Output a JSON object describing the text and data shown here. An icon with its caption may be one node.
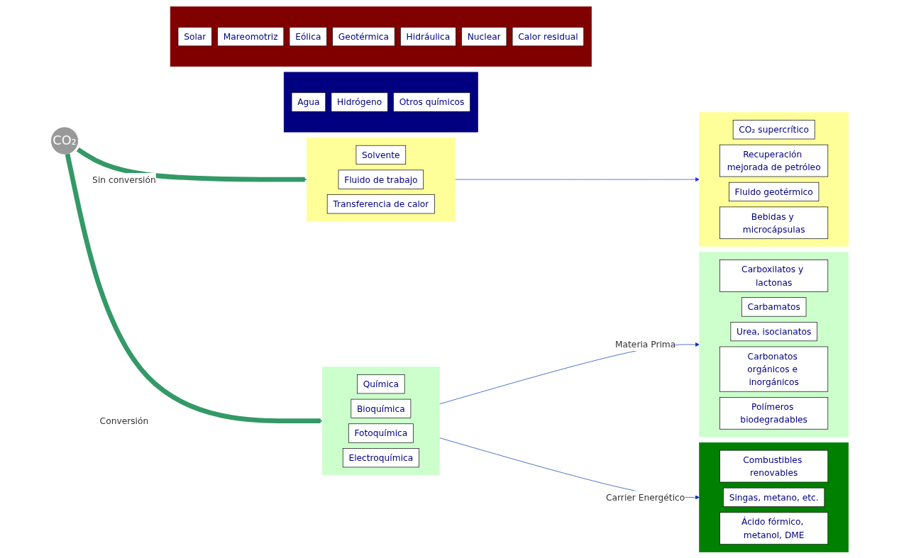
{
  "diagram": {
    "nodes": [
      {
        "text": [
          "CO₂"
        ]
      },
      {
        "text": [],
        "shape": "box"
      },
      {
        "text": [
          "Solvente"
        ],
        "in": 1
      },
      {
        "text": [
          "Fluido de trabajo"
        ],
        "in": 1
      },
      {
        "text": [
          "Transferencia de calor"
        ],
        "in": 1
      },
      {
        "text": [],
        "shape": "box"
      },
      {
        "text": [
          "CO₂ supercrítico"
        ],
        "in": 5
      },
      {
        "text": [
          "Recuperación mejorada de petróleo"
        ],
        "in": 5
      },
      {
        "text": [
          "Fluido geotérmico"
        ],
        "in": 5
      },
      {
        "text": [
          "Bebidas y microcápsulas"
        ],
        "in": 5
      },
      {
        "text": [],
        "shape": "box"
      },
      {
        "text": [
          "Química"
        ],
        "in": 10
      },
      {
        "text": [
          "Bioquímica"
        ],
        "in": 10
      },
      {
        "text": [
          "Fotoquímica"
        ],
        "in": 10
      },
      {
        "text": [
          "Electroquímica"
        ],
        "in": 10
      },
      {
        "text": [],
        "shape": "box"
      },
      {
        "text": [
          "Agua"
        ],
        "in": 15
      },
      {
        "text": [
          "Hidrógeno"
        ],
        "in": 15
      },
      {
        "text": [
          "Otros químicos"
        ],
        "in": 15
      },
      {
        "text": [],
        "shape": "box"
      },
      {
        "text": [
          "Solar"
        ],
        "in": 19
      },
      {
        "text": [
          "Mareomotriz"
        ],
        "in": 19
      },
      {
        "text": [
          "Eólica"
        ],
        "in": 19
      },
      {
        "text": [
          "Geotérmica"
        ],
        "in": 19
      },
      {
        "text": [
          "Hidráulica"
        ],
        "in": 19
      },
      {
        "text": [
          "Nuclear"
        ],
        "in": 19
      },
      {
        "text": [
          "Calor residual"
        ],
        "in": 19
      },
      {
        "text": [],
        "shape": "box"
      },
      {
        "text": [
          "Carboxilatos y lactonas"
        ],
        "in": 27
      },
      {
        "text": [
          "Carbamatos"
        ],
        "in": 27
      },
      {
        "text": [
          "Urea, isocianatos"
        ],
        "in": 27
      },
      {
        "text": [
          "Carbonatos orgánicos e inorgánicos"
        ],
        "in": 27
      },
      {
        "text": [
          "Polímeros biodegradables"
        ],
        "in": 27
      },
      {
        "text": [],
        "shape": "box"
      },
      {
        "text": [
          "Combustibles renovables"
        ],
        "in": 33
      },
      {
        "text": [
          "Singas, metano, etc."
        ],
        "in": 33
      },
      {
        "text": [
          "Ácido fórmico, metanol, DME"
        ],
        "in": 33
      }
    ],
    "edges": [
      {
        "from": 0,
        "to": 1,
        "arrow": "to",
        "label": "Sin conversión",
        "style": "thick",
        "color": "#339966"
      },
      {
        "from": 0,
        "to": 10,
        "arrow": "to",
        "label": "Conversión",
        "style": "thick",
        "color": "#339966"
      },
      {
        "from": 1,
        "to": 5,
        "arrow": "to",
        "color": "#1a33dd"
      },
      {
        "from": 10,
        "to": 27,
        "arrow": "to",
        "label": "Materia Prima",
        "color": "#0033aa"
      },
      {
        "from": 10,
        "to": 33,
        "arrow": "to",
        "label": "Carrier Energético",
        "color": "#0033aa"
      }
    ]
  }
}
